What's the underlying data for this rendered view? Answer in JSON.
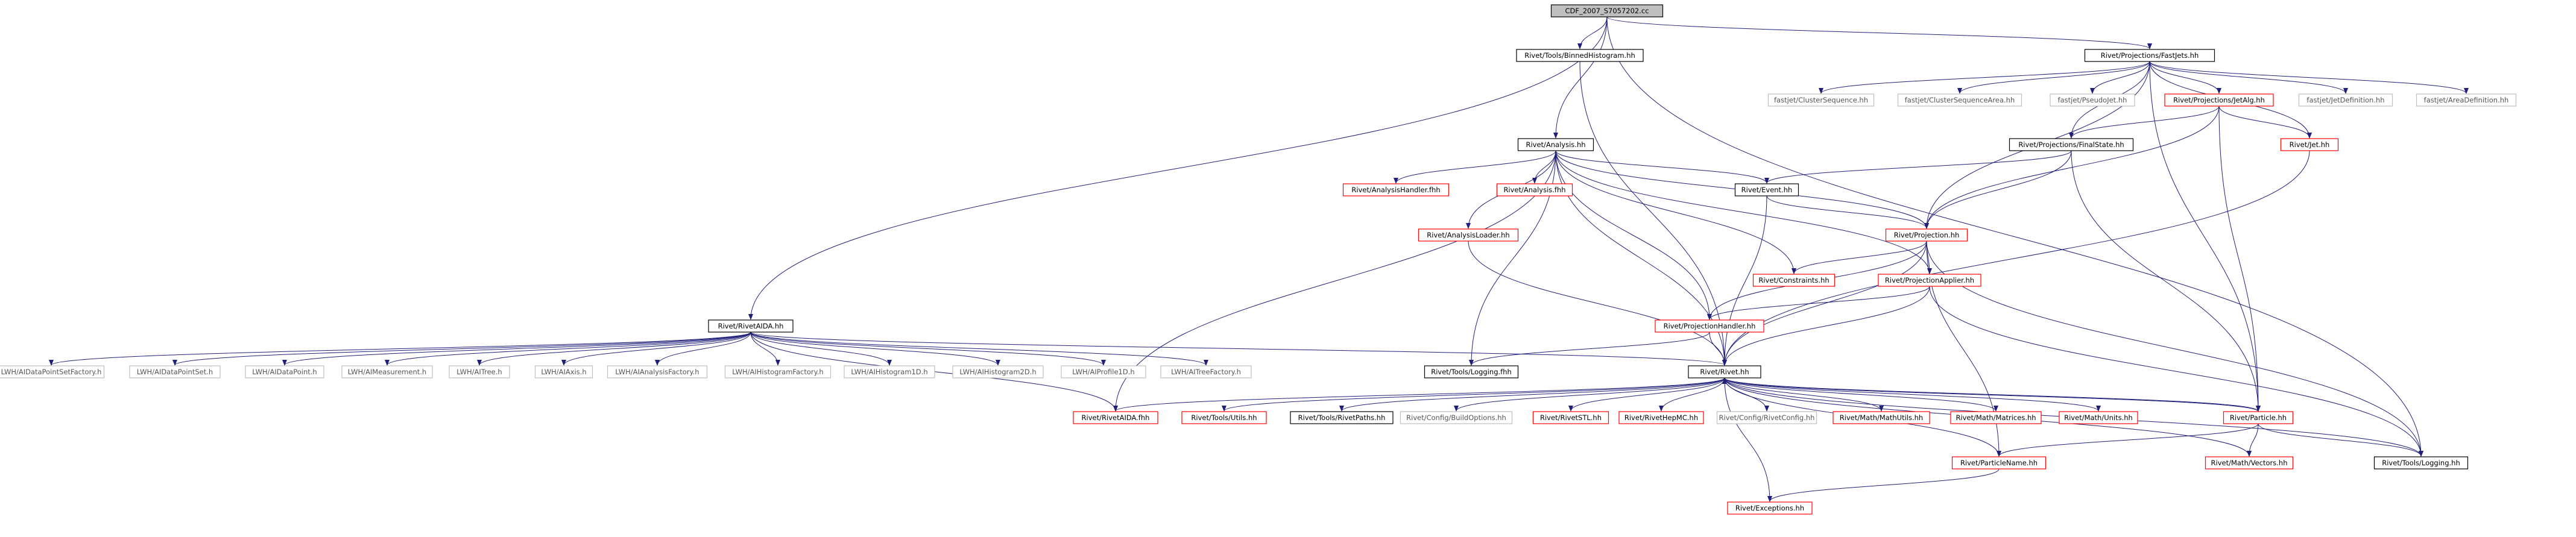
{
  "colors": {
    "edge": "#1f1f7a",
    "root_fill": "#bfbfbf",
    "local_border": "#000000",
    "truncated_border": "#ff0000",
    "system_border": "#bfbfbf",
    "text_local": "#000000",
    "text_system": "#555555"
  },
  "nodes": [
    {
      "id": "root",
      "label": "CDF_2007_S7057202.cc",
      "kind": "root"
    },
    {
      "id": "binnedhisto",
      "label": "Rivet/Tools/BinnedHistogram.hh",
      "kind": "local"
    },
    {
      "id": "fastjets",
      "label": "Rivet/Projections/FastJets.hh",
      "kind": "local"
    },
    {
      "id": "clusterseq",
      "label": "fastjet/ClusterSequence.hh",
      "kind": "system"
    },
    {
      "id": "clusterseqarea",
      "label": "fastjet/ClusterSequenceArea.hh",
      "kind": "system"
    },
    {
      "id": "pseudojet",
      "label": "fastjet/PseudoJet.hh",
      "kind": "system"
    },
    {
      "id": "jetalg",
      "label": "Rivet/Projections/JetAlg.hh",
      "kind": "truncated"
    },
    {
      "id": "jetdef",
      "label": "fastjet/JetDefinition.hh",
      "kind": "system"
    },
    {
      "id": "areadef",
      "label": "fastjet/AreaDefinition.hh",
      "kind": "system"
    },
    {
      "id": "analysis",
      "label": "Rivet/Analysis.hh",
      "kind": "local"
    },
    {
      "id": "finalstate",
      "label": "Rivet/Projections/FinalState.hh",
      "kind": "local"
    },
    {
      "id": "jet",
      "label": "Rivet/Jet.hh",
      "kind": "truncated"
    },
    {
      "id": "analysishandlerfhh",
      "label": "Rivet/AnalysisHandler.fhh",
      "kind": "truncated"
    },
    {
      "id": "analysisfhh",
      "label": "Rivet/Analysis.fhh",
      "kind": "truncated"
    },
    {
      "id": "event",
      "label": "Rivet/Event.hh",
      "kind": "local"
    },
    {
      "id": "analysisloader",
      "label": "Rivet/AnalysisLoader.hh",
      "kind": "truncated"
    },
    {
      "id": "projection",
      "label": "Rivet/Projection.hh",
      "kind": "truncated"
    },
    {
      "id": "constraints",
      "label": "Rivet/Constraints.hh",
      "kind": "truncated"
    },
    {
      "id": "projapplier",
      "label": "Rivet/ProjectionApplier.hh",
      "kind": "truncated"
    },
    {
      "id": "rivetaida",
      "label": "Rivet/RivetAIDA.hh",
      "kind": "local"
    },
    {
      "id": "projhandler",
      "label": "Rivet/ProjectionHandler.hh",
      "kind": "truncated"
    },
    {
      "id": "toolslogging_fhh",
      "label": "Rivet/Tools/Logging.fhh",
      "kind": "local"
    },
    {
      "id": "rivethh",
      "label": "Rivet/Rivet.hh",
      "kind": "local"
    },
    {
      "id": "lwh_dpsfactory",
      "label": "LWH/AIDataPointSetFactory.h",
      "kind": "system"
    },
    {
      "id": "lwh_dps",
      "label": "LWH/AIDataPointSet.h",
      "kind": "system"
    },
    {
      "id": "lwh_dp",
      "label": "LWH/AIDataPoint.h",
      "kind": "system"
    },
    {
      "id": "lwh_meas",
      "label": "LWH/AIMeasurement.h",
      "kind": "system"
    },
    {
      "id": "lwh_tree",
      "label": "LWH/AITree.h",
      "kind": "system"
    },
    {
      "id": "lwh_axis",
      "label": "LWH/AIAxis.h",
      "kind": "system"
    },
    {
      "id": "lwh_anfactory",
      "label": "LWH/AIAnalysisFactory.h",
      "kind": "system"
    },
    {
      "id": "lwh_histfactory",
      "label": "LWH/AIHistogramFactory.h",
      "kind": "system"
    },
    {
      "id": "lwh_h1d",
      "label": "LWH/AIHistogram1D.h",
      "kind": "system"
    },
    {
      "id": "lwh_h2d",
      "label": "LWH/AIHistogram2D.h",
      "kind": "system"
    },
    {
      "id": "lwh_p1d",
      "label": "LWH/AIProfile1D.h",
      "kind": "system"
    },
    {
      "id": "lwh_treefactory",
      "label": "LWH/AITreeFactory.h",
      "kind": "system"
    },
    {
      "id": "rivetaida_fhh",
      "label": "Rivet/RivetAIDA.fhh",
      "kind": "truncated"
    },
    {
      "id": "toolsutils",
      "label": "Rivet/Tools/Utils.hh",
      "kind": "truncated"
    },
    {
      "id": "rivetpaths",
      "label": "Rivet/Tools/RivetPaths.hh",
      "kind": "local"
    },
    {
      "id": "buildoptions",
      "label": "Rivet/Config/BuildOptions.hh",
      "kind": "system"
    },
    {
      "id": "rivetstl",
      "label": "Rivet/RivetSTL.hh",
      "kind": "truncated"
    },
    {
      "id": "rivethepmc",
      "label": "Rivet/RivetHepMC.hh",
      "kind": "truncated"
    },
    {
      "id": "rivetconfig",
      "label": "Rivet/Config/RivetConfig.hh",
      "kind": "system"
    },
    {
      "id": "mathutils",
      "label": "Rivet/Math/MathUtils.hh",
      "kind": "truncated"
    },
    {
      "id": "matrices",
      "label": "Rivet/Math/Matrices.hh",
      "kind": "truncated"
    },
    {
      "id": "units",
      "label": "Rivet/Math/Units.hh",
      "kind": "truncated"
    },
    {
      "id": "particle",
      "label": "Rivet/Particle.hh",
      "kind": "truncated"
    },
    {
      "id": "particlename",
      "label": "Rivet/ParticleName.hh",
      "kind": "truncated"
    },
    {
      "id": "vectors",
      "label": "Rivet/Math/Vectors.hh",
      "kind": "truncated"
    },
    {
      "id": "toolslogging_hh",
      "label": "Rivet/Tools/Logging.hh",
      "kind": "local"
    },
    {
      "id": "exceptions",
      "label": "Rivet/Exceptions.hh",
      "kind": "truncated"
    }
  ],
  "edges": [
    [
      "root",
      "binnedhisto"
    ],
    [
      "root",
      "fastjets"
    ],
    [
      "root",
      "analysis"
    ],
    [
      "root",
      "rivetaida"
    ],
    [
      "root",
      "toolslogging_hh"
    ],
    [
      "binnedhisto",
      "rivethh"
    ],
    [
      "fastjets",
      "clusterseq"
    ],
    [
      "fastjets",
      "clusterseqarea"
    ],
    [
      "fastjets",
      "pseudojet"
    ],
    [
      "fastjets",
      "jetalg"
    ],
    [
      "fastjets",
      "jetdef"
    ],
    [
      "fastjets",
      "areadef"
    ],
    [
      "fastjets",
      "finalstate"
    ],
    [
      "fastjets",
      "jet"
    ],
    [
      "fastjets",
      "projection"
    ],
    [
      "fastjets",
      "particle"
    ],
    [
      "jetalg",
      "finalstate"
    ],
    [
      "jetalg",
      "jet"
    ],
    [
      "jetalg",
      "projection"
    ],
    [
      "jetalg",
      "particle"
    ],
    [
      "finalstate",
      "event"
    ],
    [
      "finalstate",
      "projection"
    ],
    [
      "finalstate",
      "particle"
    ],
    [
      "jet",
      "rivethh"
    ],
    [
      "analysis",
      "analysishandlerfhh"
    ],
    [
      "analysis",
      "analysisfhh"
    ],
    [
      "analysis",
      "event"
    ],
    [
      "analysis",
      "analysisloader"
    ],
    [
      "analysis",
      "projection"
    ],
    [
      "analysis",
      "constraints"
    ],
    [
      "analysis",
      "projapplier"
    ],
    [
      "analysis",
      "projhandler"
    ],
    [
      "analysis",
      "rivetaida_fhh"
    ],
    [
      "analysis",
      "toolslogging_fhh"
    ],
    [
      "analysis",
      "rivethh"
    ],
    [
      "event",
      "projection"
    ],
    [
      "event",
      "rivethh"
    ],
    [
      "analysisloader",
      "rivethh"
    ],
    [
      "projection",
      "constraints"
    ],
    [
      "projection",
      "projapplier"
    ],
    [
      "projection",
      "projhandler"
    ],
    [
      "projection",
      "rivethh"
    ],
    [
      "projection",
      "toolslogging_hh"
    ],
    [
      "projection",
      "particlename"
    ],
    [
      "projapplier",
      "projhandler"
    ],
    [
      "projapplier",
      "rivethh"
    ],
    [
      "projapplier",
      "toolslogging_hh"
    ],
    [
      "projhandler",
      "toolslogging_fhh"
    ],
    [
      "projhandler",
      "rivethh"
    ],
    [
      "rivetaida",
      "lwh_dpsfactory"
    ],
    [
      "rivetaida",
      "lwh_dps"
    ],
    [
      "rivetaida",
      "lwh_dp"
    ],
    [
      "rivetaida",
      "lwh_meas"
    ],
    [
      "rivetaida",
      "lwh_tree"
    ],
    [
      "rivetaida",
      "lwh_axis"
    ],
    [
      "rivetaida",
      "lwh_anfactory"
    ],
    [
      "rivetaida",
      "lwh_histfactory"
    ],
    [
      "rivetaida",
      "lwh_h1d"
    ],
    [
      "rivetaida",
      "lwh_h2d"
    ],
    [
      "rivetaida",
      "lwh_p1d"
    ],
    [
      "rivetaida",
      "lwh_treefactory"
    ],
    [
      "rivetaida",
      "rivethh"
    ],
    [
      "rivetaida",
      "rivetaida_fhh"
    ],
    [
      "rivethh",
      "rivetaida_fhh"
    ],
    [
      "rivethh",
      "toolsutils"
    ],
    [
      "rivethh",
      "rivetpaths"
    ],
    [
      "rivethh",
      "buildoptions"
    ],
    [
      "rivethh",
      "rivetstl"
    ],
    [
      "rivethh",
      "rivethepmc"
    ],
    [
      "rivethh",
      "rivetconfig"
    ],
    [
      "rivethh",
      "mathutils"
    ],
    [
      "rivethh",
      "matrices"
    ],
    [
      "rivethh",
      "units"
    ],
    [
      "rivethh",
      "particle"
    ],
    [
      "rivethh",
      "particlename"
    ],
    [
      "rivethh",
      "vectors"
    ],
    [
      "rivethh",
      "toolslogging_hh"
    ],
    [
      "rivethh",
      "exceptions"
    ],
    [
      "particle",
      "rivethh"
    ],
    [
      "particle",
      "particlename"
    ],
    [
      "particle",
      "vectors"
    ],
    [
      "particle",
      "toolslogging_hh"
    ],
    [
      "particlename",
      "exceptions"
    ]
  ]
}
